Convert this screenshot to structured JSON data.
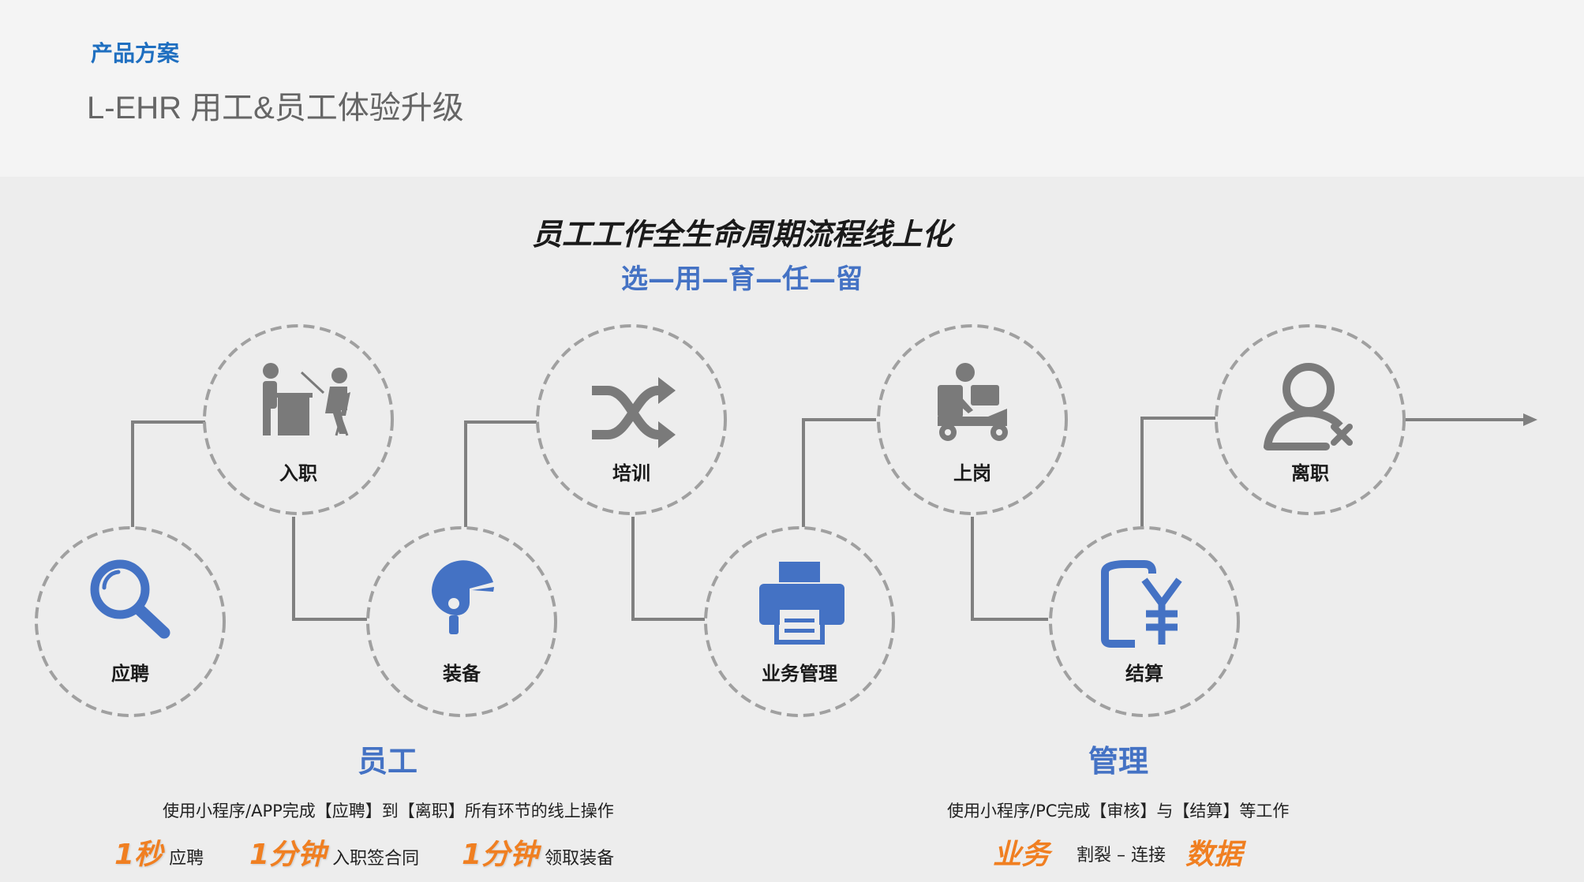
{
  "header": {
    "section_tag": "产品方案",
    "title": "L-EHR 用工&员工体验升级"
  },
  "main_title": "员工工作全生命周期流程线上化",
  "sub_title": "选—用—育—任—留",
  "nodes": [
    {
      "label": "应聘",
      "icon": "search-icon"
    },
    {
      "label": "入职",
      "icon": "interview-icon"
    },
    {
      "label": "装备",
      "icon": "helmet-icon"
    },
    {
      "label": "培训",
      "icon": "shuffle-icon"
    },
    {
      "label": "业务管理",
      "icon": "printer-icon"
    },
    {
      "label": "上岗",
      "icon": "delivery-scooter-icon"
    },
    {
      "label": "结算",
      "icon": "yuan-wallet-icon"
    },
    {
      "label": "离职",
      "icon": "user-remove-icon"
    }
  ],
  "employee": {
    "title": "员工",
    "desc": "使用小程序/APP完成【应聘】到【离职】所有环节的线上操作",
    "metrics": [
      {
        "value": "1秒",
        "text": "应聘"
      },
      {
        "value": "1分钟",
        "text": "入职签合同"
      },
      {
        "value": "1分钟",
        "text": "领取装备"
      }
    ]
  },
  "management": {
    "title": "管理",
    "desc": "使用小程序/PC完成【审核】与【结算】等工作",
    "left_highlight": "业务",
    "middle_text": "割裂 – 连接",
    "right_highlight": "数据"
  },
  "colors": {
    "accent_blue": "#4472c4",
    "tag_blue": "#1f6fc0",
    "highlight_orange": "#f07f21",
    "icon_gray": "#7a7a7a",
    "connector_gray": "#808080"
  }
}
